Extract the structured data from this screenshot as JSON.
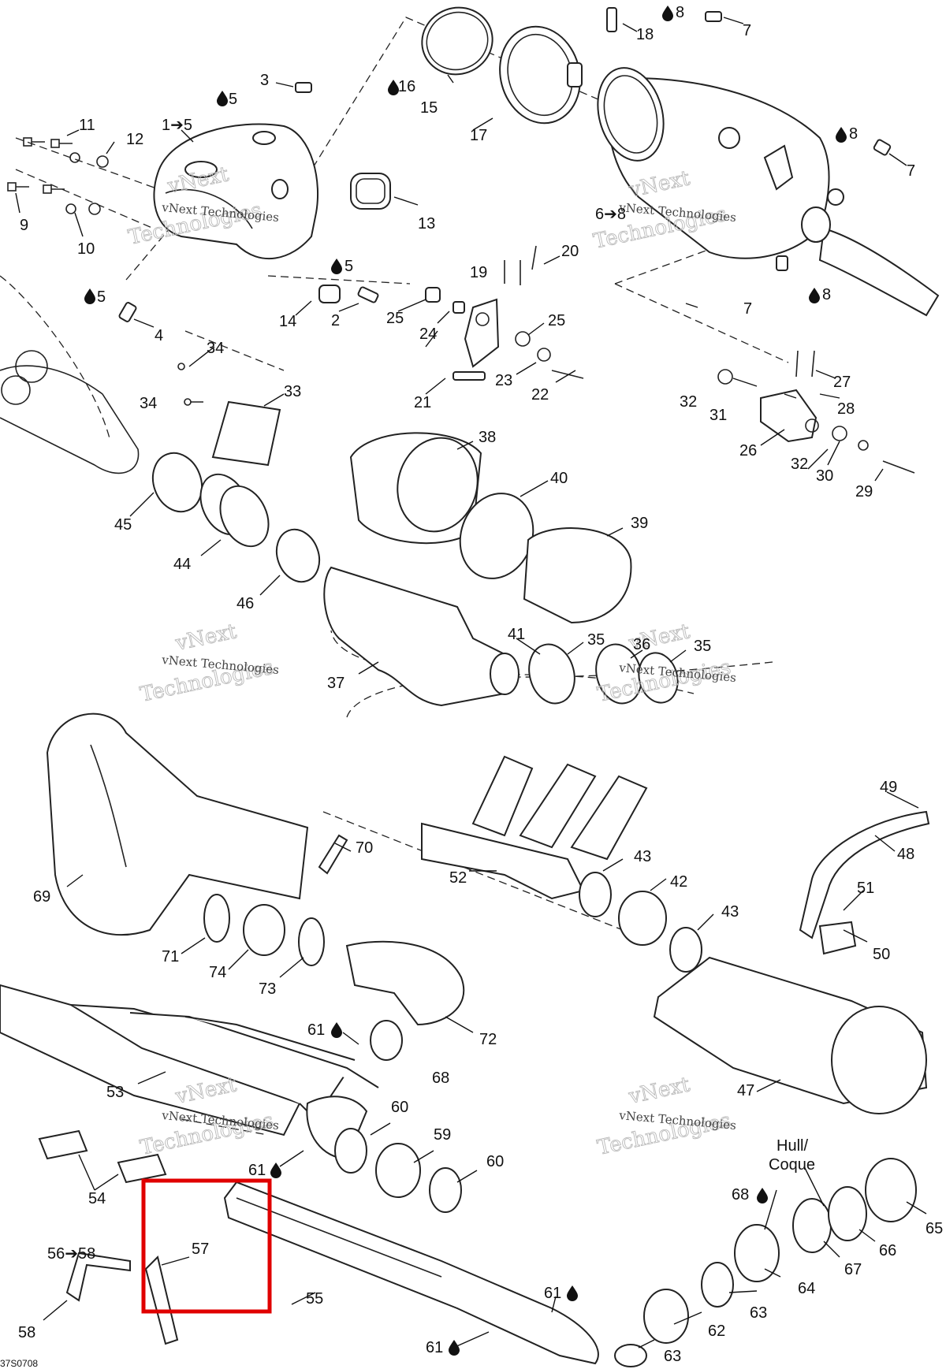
{
  "diagram": {
    "code": "37S0708",
    "watermark": {
      "line1": "vNext",
      "line2": "Technologies",
      "small": "vNext Technologies"
    },
    "hull_label": {
      "line1": "Hull/",
      "line2": "Coque"
    },
    "labels": {
      "p1": "1➔5",
      "p2": "2",
      "p3": "3",
      "p4": "4",
      "p5a": "5",
      "p5b": "5",
      "p5c": "5",
      "p6": "6➔8",
      "p7a": "7",
      "p7b": "7",
      "p7c": "7",
      "p8a": "8",
      "p8b": "8",
      "p8c": "8",
      "p9": "9",
      "p10": "10",
      "p11": "11",
      "p12": "12",
      "p13": "13",
      "p14": "14",
      "p15": "15",
      "p16": "16",
      "p17": "17",
      "p18": "18",
      "p19": "19",
      "p20": "20",
      "p21": "21",
      "p22": "22",
      "p23": "23",
      "p24": "24",
      "p25a": "25",
      "p25b": "25",
      "p26": "26",
      "p27": "27",
      "p28": "28",
      "p29": "29",
      "p30": "30",
      "p31": "31",
      "p32a": "32",
      "p32b": "32",
      "p33": "33",
      "p34a": "34",
      "p34b": "34",
      "p35a": "35",
      "p35b": "35",
      "p36": "36",
      "p37": "37",
      "p38": "38",
      "p39": "39",
      "p40": "40",
      "p41": "41",
      "p42": "42",
      "p43a": "43",
      "p43b": "43",
      "p44": "44",
      "p45": "45",
      "p46": "46",
      "p47": "47",
      "p48": "48",
      "p49": "49",
      "p50": "50",
      "p51": "51",
      "p52": "52",
      "p53": "53",
      "p54": "54",
      "p55": "55",
      "p56": "56➔58",
      "p57": "57",
      "p58": "58",
      "p59": "59",
      "p60a": "60",
      "p60b": "60",
      "p61a": "61",
      "p61b": "61",
      "p61c": "61",
      "p61d": "61",
      "p62": "62",
      "p63a": "63",
      "p63b": "63",
      "p64": "64",
      "p65": "65",
      "p66": "66",
      "p67": "67",
      "p68a": "68",
      "p68b": "68",
      "p69": "69",
      "p70": "70",
      "p71": "71",
      "p72": "72",
      "p73": "73",
      "p74": "74"
    },
    "highlight_color": "#e00000",
    "drop_icon": "oil-drop-icon"
  }
}
